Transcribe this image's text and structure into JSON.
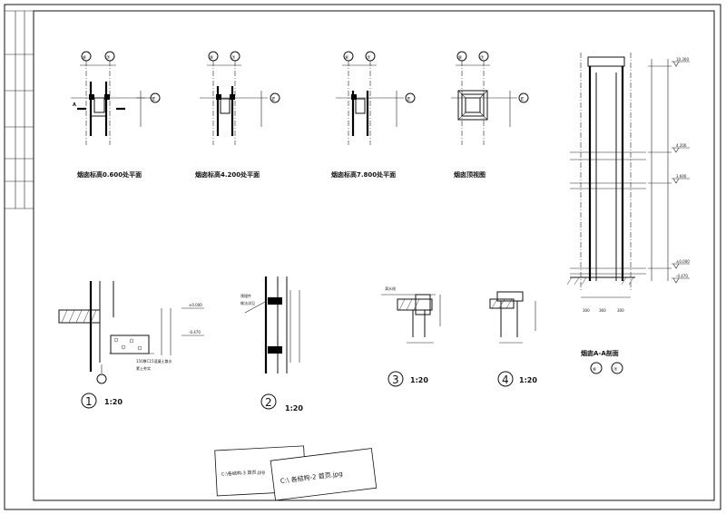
{
  "title_block": {
    "col1": "",
    "col2": "",
    "rows": [
      "",
      "",
      "",
      "",
      ""
    ]
  },
  "plans": [
    {
      "label": "烟囱标高0.600处平面",
      "axes": [
        "⑥",
        "⑦"
      ],
      "grid_e": "E",
      "section": "A"
    },
    {
      "label": "烟囱标高4.200处平面",
      "axes": [
        "⑥",
        "⑦"
      ],
      "grid_e": "E"
    },
    {
      "label": "烟囱标高7.800处平面",
      "axes": [
        "⑥",
        "⑦"
      ],
      "grid_e": "E"
    },
    {
      "label": "烟囱顶视图",
      "axes": [
        "⑥",
        "⑦"
      ],
      "grid_e": "E"
    }
  ],
  "section_aa": {
    "label": "烟囱A-A剖面",
    "axes": [
      "⑥",
      "⑦"
    ],
    "elevations": [
      "10.300",
      "4.200",
      "3.600",
      "±0.000",
      "-0.470"
    ],
    "dims": [
      "300",
      "360",
      "300"
    ]
  },
  "details": [
    {
      "id": "1",
      "scale": "1:20",
      "elevations": [
        "±0.000",
        "-0.470"
      ],
      "notes": [
        "150厚C15混凝土散水",
        "素土夯实"
      ]
    },
    {
      "id": "2",
      "scale": "1:20",
      "notes": [
        "预埋件",
        "做法详见"
      ]
    },
    {
      "id": "3",
      "scale": "1:20",
      "notes": [
        "滴水线"
      ]
    },
    {
      "id": "4",
      "scale": "1:20",
      "notes": []
    }
  ],
  "stamps": [
    {
      "text": "C:\\各结构-3 首页.jpg"
    },
    {
      "text": "C:\\ 各结构-2 首页.jpg"
    }
  ]
}
